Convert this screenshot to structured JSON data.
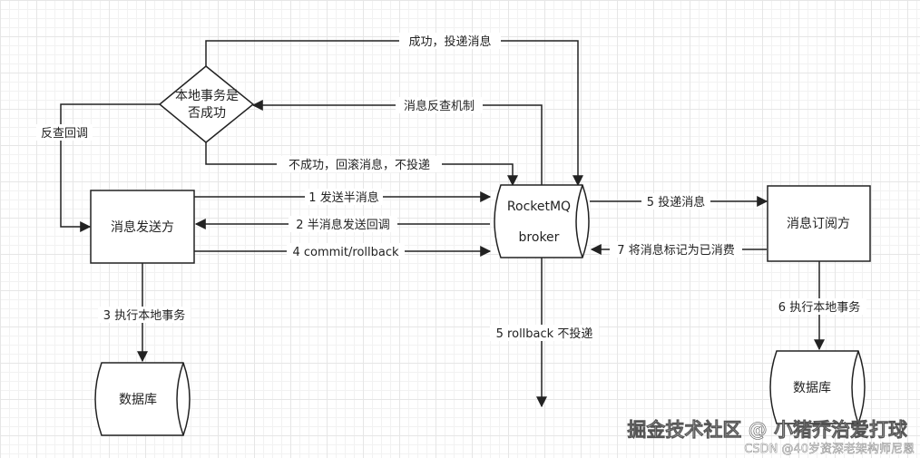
{
  "nodes": {
    "decision": "本地事务是否成功",
    "decision_line1": "本地事务是",
    "decision_line2": "否成功",
    "producer": "消息发送方",
    "broker_line1": "RocketMQ",
    "broker_line2": "broker",
    "consumer": "消息订阅方",
    "db_left": "数据库",
    "db_right": "数据库"
  },
  "edges": {
    "success_deliver": "成功，投递消息",
    "check_mechanism": "消息反查机制",
    "check_callback": "反查回调",
    "fail_rollback": "不成功，回滚消息，不投递",
    "step1": "1 发送半消息",
    "step2": "2 半消息发送回调",
    "step3": "3 执行本地事务",
    "step4": "4 commit/rollback",
    "step5_deliver": "5 投递消息",
    "step5_rollback": "5 rollback 不投递",
    "step6": "6 执行本地事务",
    "step7": "7 将消息标记为已消费"
  },
  "watermark": {
    "main": "掘金技术社区 @ 小猪乔治爱打球",
    "sub": "CSDN @40岁资深老架构师尼恩"
  },
  "colors": {
    "stroke": "#222222",
    "text": "#222222",
    "background": "#ffffff",
    "grid": "#e6e6e6"
  }
}
